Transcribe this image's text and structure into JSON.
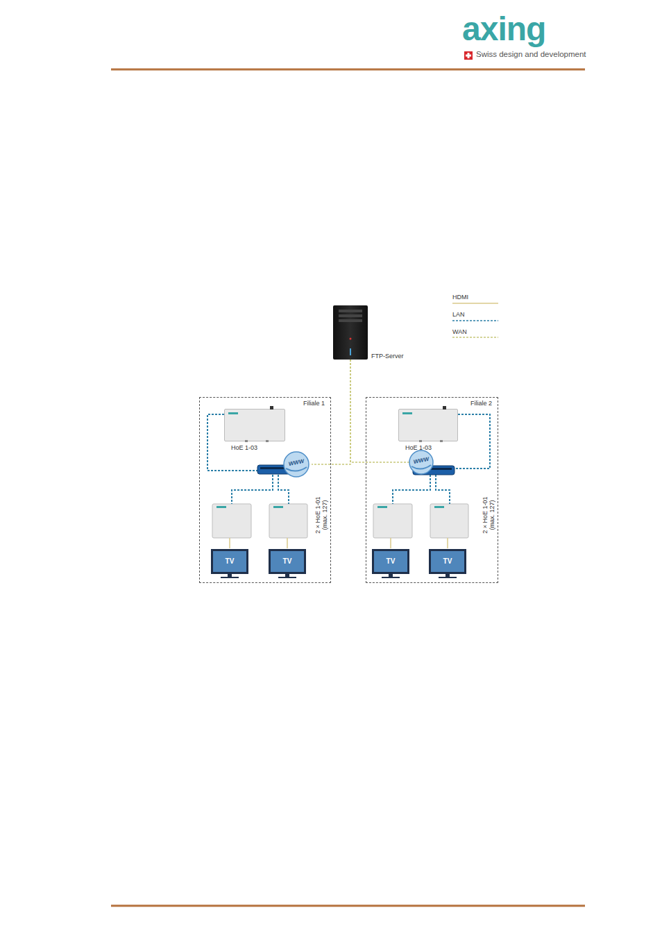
{
  "diagram": {
    "nodes": [
      {
        "text": [
          "FTP-Server"
        ]
      },
      {
        "text": [
          "Filiale 1"
        ]
      },
      {
        "text": [
          "HoE 1-03"
        ],
        "in": 1
      },
      {
        "text": [
          "WWW"
        ],
        "in": 1
      },
      {
        "text": [
          "TV"
        ],
        "in": 1
      },
      {
        "text": [
          "TV"
        ],
        "in": 1
      },
      {
        "text": [
          "Filiale 2"
        ]
      },
      {
        "text": [
          "HoE 1-03"
        ],
        "in": 6
      },
      {
        "text": [
          "WWW"
        ],
        "in": 6
      },
      {
        "text": [
          "TV"
        ],
        "in": 6
      },
      {
        "text": [
          "TV"
        ],
        "in": 6
      }
    ],
    "edges": [
      {
        "from": 0,
        "to": 3,
        "arrow": "none"
      },
      {
        "from": 0,
        "to": 8,
        "arrow": "none"
      },
      {
        "from": 2,
        "to": 3,
        "arrow": "none"
      },
      {
        "from": 7,
        "to": 8,
        "arrow": "none"
      }
    ],
    "labels": [
      "axing",
      "Swiss design and development",
      "2 × HoE 1-01 (max. 127)",
      "2 × HoE 1-01 (max. 127)"
    ],
    "legend": [
      {
        "text": "HDMI"
      },
      {
        "text": "LAN"
      },
      {
        "text": "WAN"
      }
    ]
  }
}
